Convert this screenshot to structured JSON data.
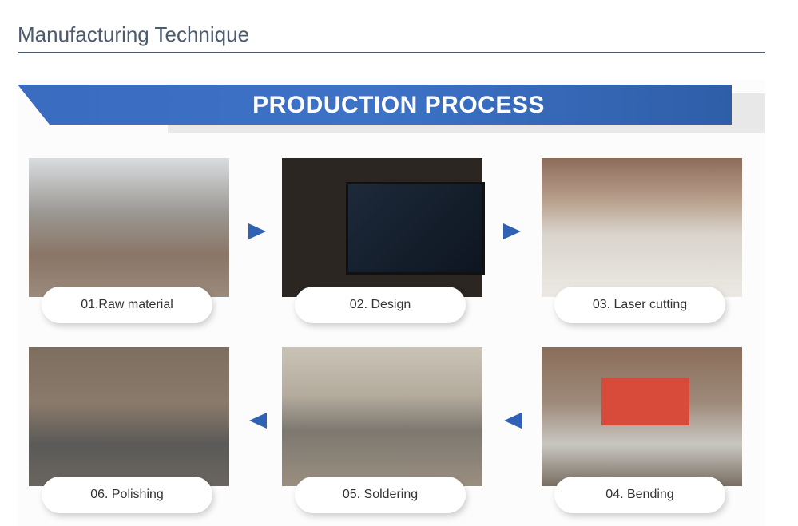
{
  "header": {
    "title": "Manufacturing Technique"
  },
  "banner": {
    "title": "PRODUCTION PROCESS",
    "accent": "#3a6cc0"
  },
  "steps": [
    {
      "label": "01.Raw material"
    },
    {
      "label": "02. Design"
    },
    {
      "label": "03. Laser cutting"
    },
    {
      "label": "04. Bending"
    },
    {
      "label": "05. Soldering"
    },
    {
      "label": "06. Polishing"
    }
  ]
}
